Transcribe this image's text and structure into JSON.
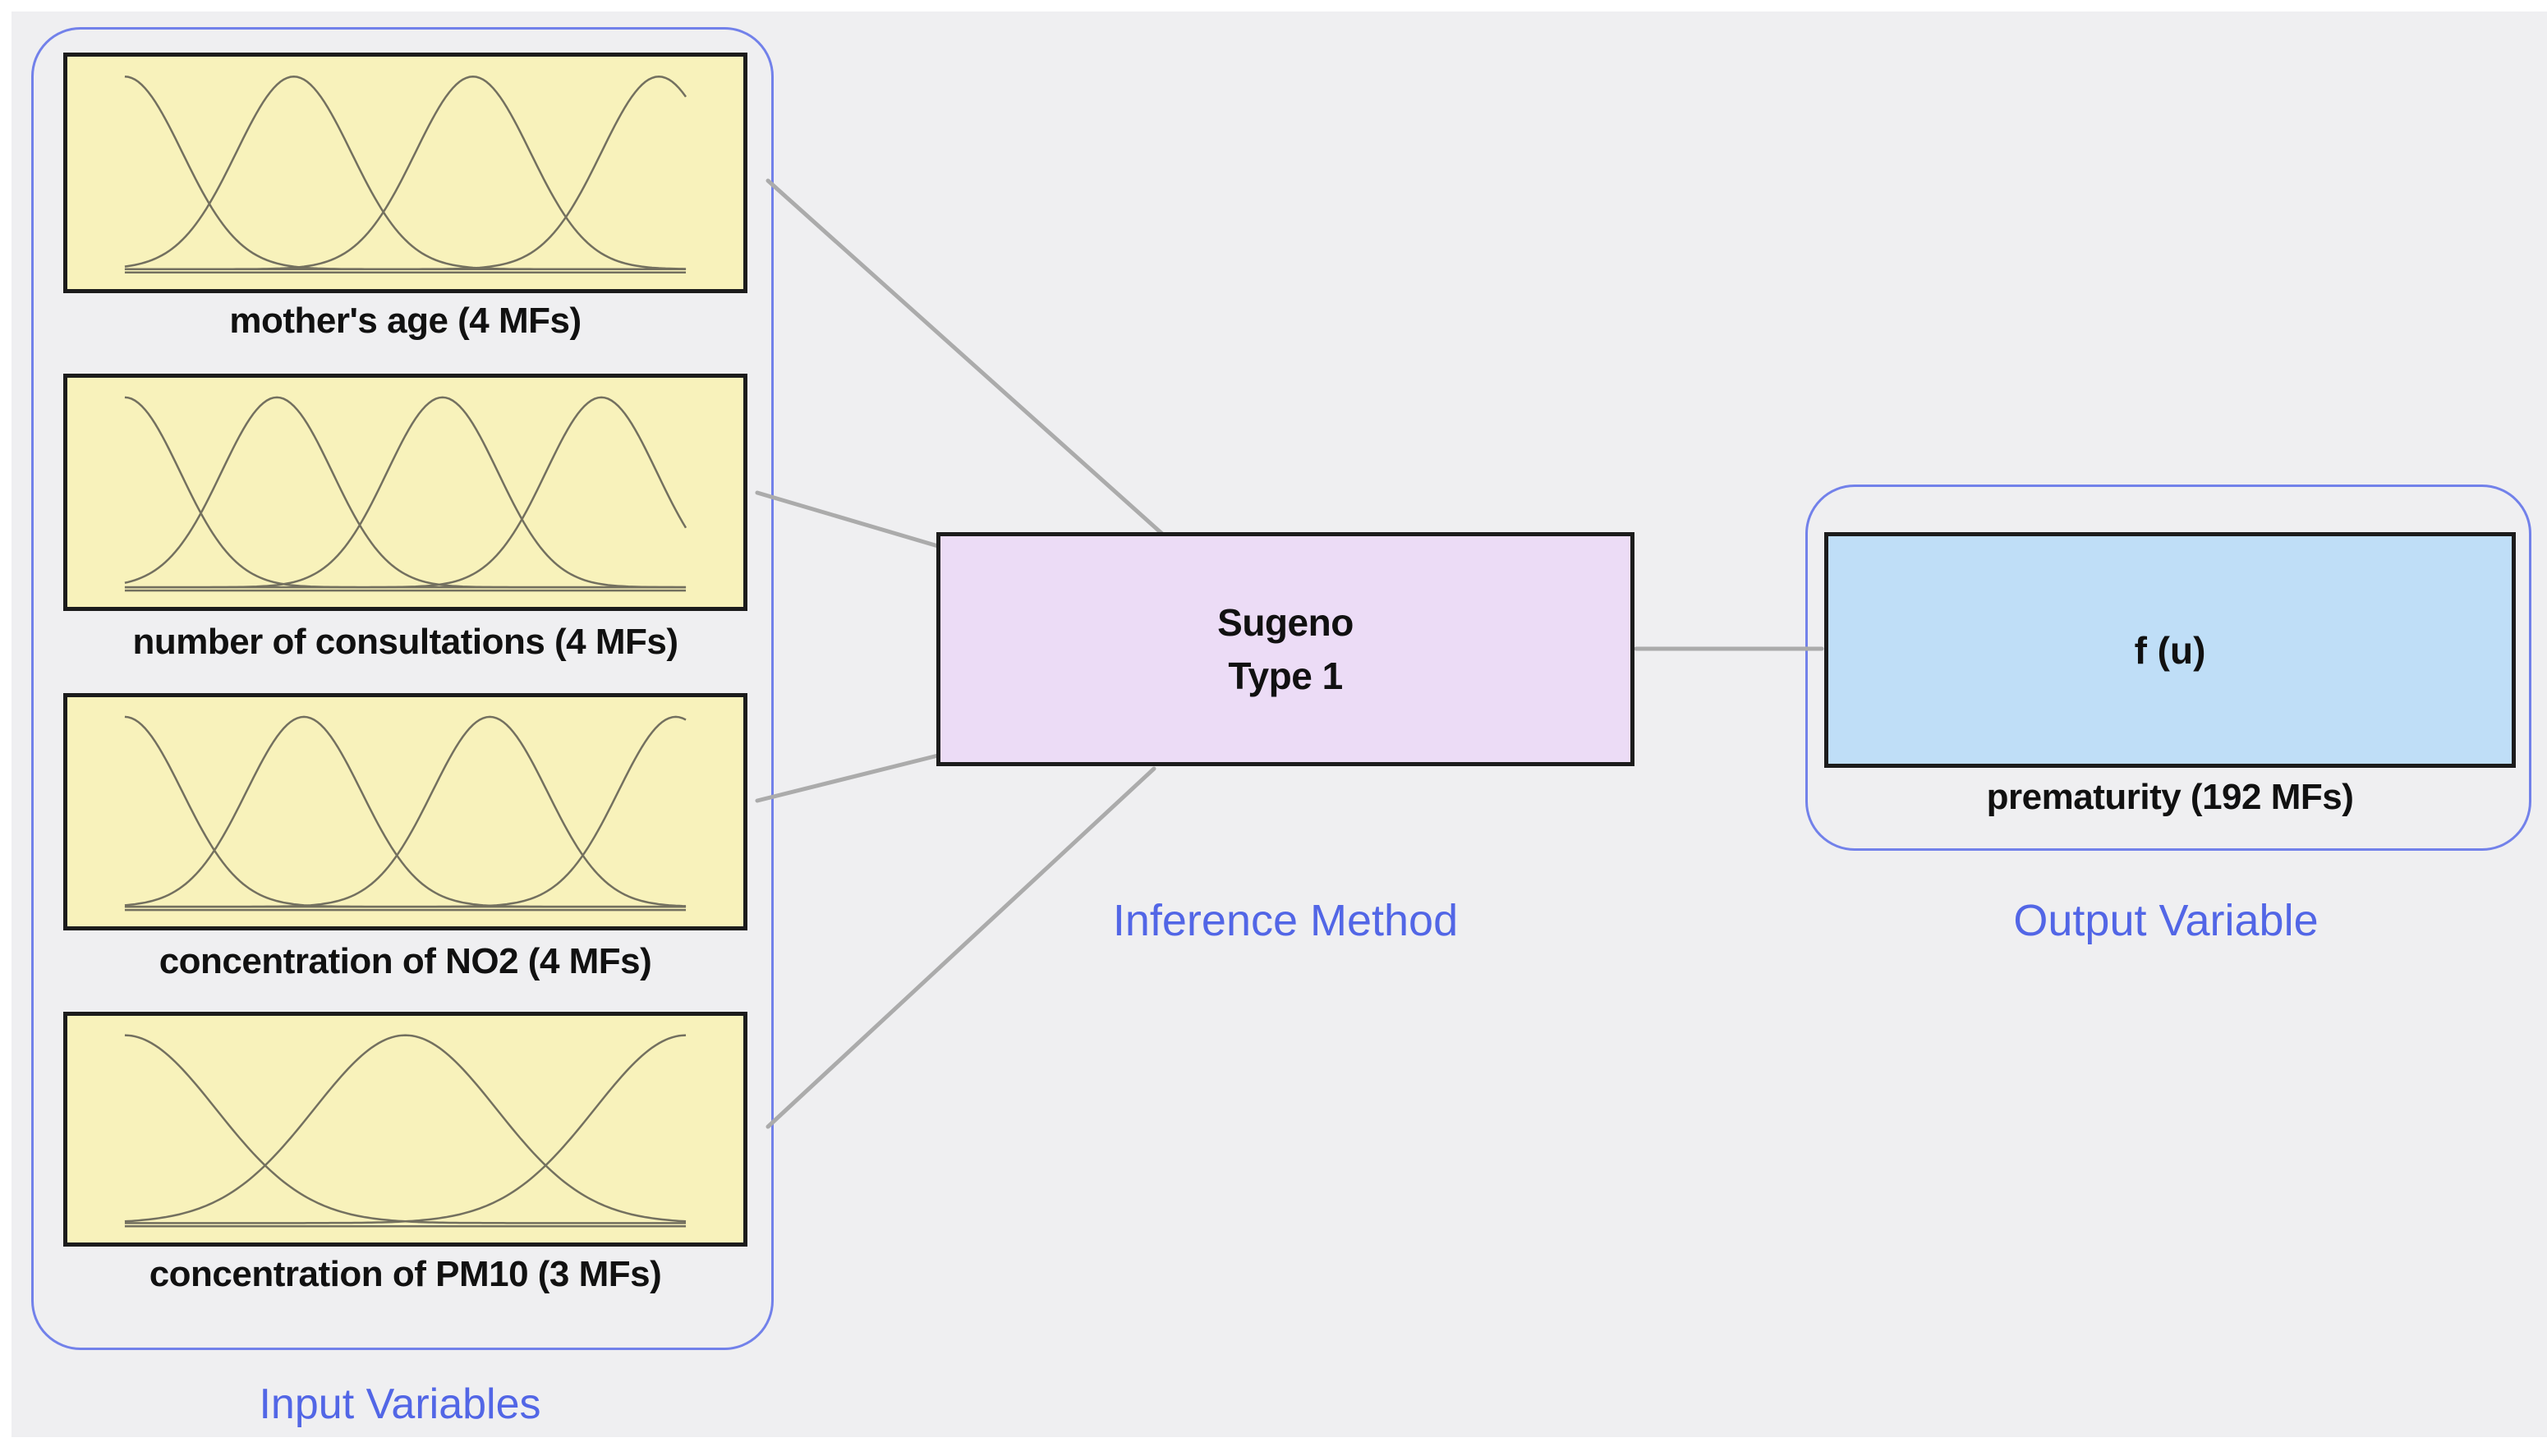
{
  "colors": {
    "page_bg": "#ffffff",
    "canvas_bg": "#efeff1",
    "group_border": "#7281ea",
    "accent_blue": "#5266e6",
    "input_box_fill": "#f8f2bb",
    "inference_box_fill": "#ecdcf6",
    "output_box_fill": "#bfdef7",
    "box_border": "#1c1c1c",
    "connector": "#ababab",
    "curve": "#73705f"
  },
  "input_group": {
    "label": "Input Variables",
    "boxes": [
      {
        "label": "mother's age (4 MFs)",
        "mf_count": 4,
        "curve_centers": [
          0.085,
          0.335,
          0.6,
          0.875
        ],
        "curve_sigma": 0.085
      },
      {
        "label": "number of consultations (4 MFs)",
        "mf_count": 4,
        "curve_centers": [
          0.085,
          0.31,
          0.555,
          0.79
        ],
        "curve_sigma": 0.082
      },
      {
        "label": "concentration of NO2 (4 MFs)",
        "mf_count": 4,
        "curve_centers": [
          0.085,
          0.35,
          0.625,
          0.9
        ],
        "curve_sigma": 0.085
      },
      {
        "label": "concentration of PM10 (3 MFs)",
        "mf_count": 3,
        "curve_centers": [
          0.085,
          0.5,
          0.915
        ],
        "curve_sigma": 0.135
      }
    ]
  },
  "inference": {
    "box_line1": "Sugeno",
    "box_line2": "Type 1",
    "label": "Inference Method"
  },
  "output_group": {
    "label": "Output Variable",
    "box_text": "f (u)",
    "caption": "prematurity (192 MFs)"
  }
}
